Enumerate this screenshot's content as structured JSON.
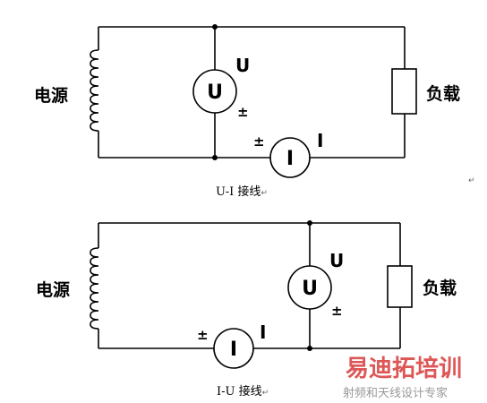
{
  "diagram_top": {
    "source_label": "电源",
    "load_label": "负载",
    "voltmeter_symbol": "U",
    "voltmeter_terminal_label": "U",
    "voltmeter_polarity": "±",
    "ammeter_symbol": "I",
    "ammeter_terminal_label": "I",
    "ammeter_polarity": "±",
    "caption": "U-I 接线",
    "caption_mark": "↵"
  },
  "diagram_bottom": {
    "source_label": "电源",
    "load_label": "负载",
    "voltmeter_symbol": "U",
    "voltmeter_terminal_label": "U",
    "voltmeter_polarity": "±",
    "ammeter_symbol": "I",
    "ammeter_terminal_label": "I",
    "ammeter_polarity": "±",
    "caption": "I-U 接线",
    "caption_mark": "↵"
  },
  "paragraph_mark": "↵",
  "watermark": {
    "line1": "易迪拓培训",
    "line2": "射频和天线设计专家",
    "color_primary": "#d73a3a",
    "color_secondary": "#999999"
  }
}
